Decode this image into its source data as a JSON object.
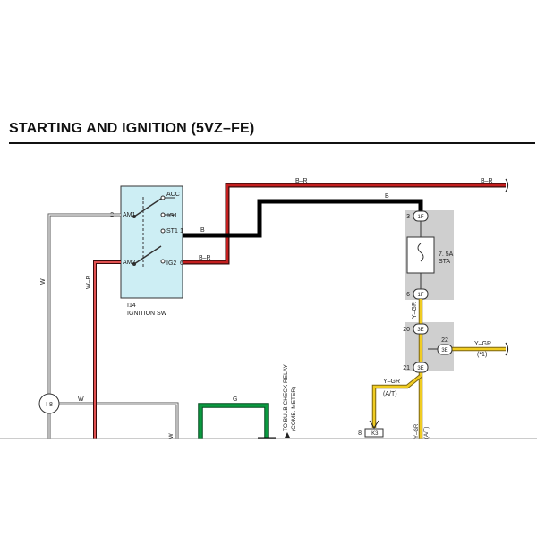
{
  "title": "STARTING AND IGNITION (5VZ–FE)",
  "switch": {
    "id": "I14",
    "name": "IGNITION SW",
    "pins": {
      "am1_num": "2",
      "am1": "AM1",
      "am2_num": "7",
      "am2": "AM2",
      "acc": "ACC",
      "ig1": "IG1",
      "st1": "ST1",
      "st1_num": "1",
      "ig2": "IG2",
      "ig2_num": "6"
    }
  },
  "wires": {
    "br_top_left": "B–R",
    "br_top_right": "B–R",
    "b_top": "B",
    "b_st1": "B",
    "br_ig2": "B–R",
    "w_vert": "W",
    "wr_vert": "W–R",
    "w_horiz": "W",
    "w_bottom": "W",
    "g": "G",
    "ygr_vert": "Y–GR",
    "ygr_right": "Y–GR",
    "ygr_right_note": "(*1)",
    "ygr_left": "Y–GR",
    "ygr_left_note": "(A/T)",
    "ygr_bottom": "Y–GR",
    "ygr_bottom_note": "(A/T)"
  },
  "fuse": {
    "rating": "7. 5A",
    "name": "STA"
  },
  "connectors": {
    "c3": "3",
    "c1f": "1F",
    "c6": "6",
    "c1f_b": "1F",
    "c20": "20",
    "c3e_a": "3E",
    "c22": "22",
    "c3e_b": "3E",
    "c21": "21",
    "c3e_c": "3E",
    "c8": "8",
    "ik3": "IK3",
    "i8": "I 8"
  },
  "relay_note": {
    "line1": "TO BULB CHECK RELAY",
    "line2": "(COMB. METER)"
  },
  "colors": {
    "wire_br": "#a01414",
    "wire_b": "#000000",
    "wire_ygr": "#e6c21a",
    "wire_g": "#0a8a3a",
    "wire_w": "#666666",
    "junction_bg": "#cfcfcf",
    "switch_bg": "#cdeef4"
  }
}
